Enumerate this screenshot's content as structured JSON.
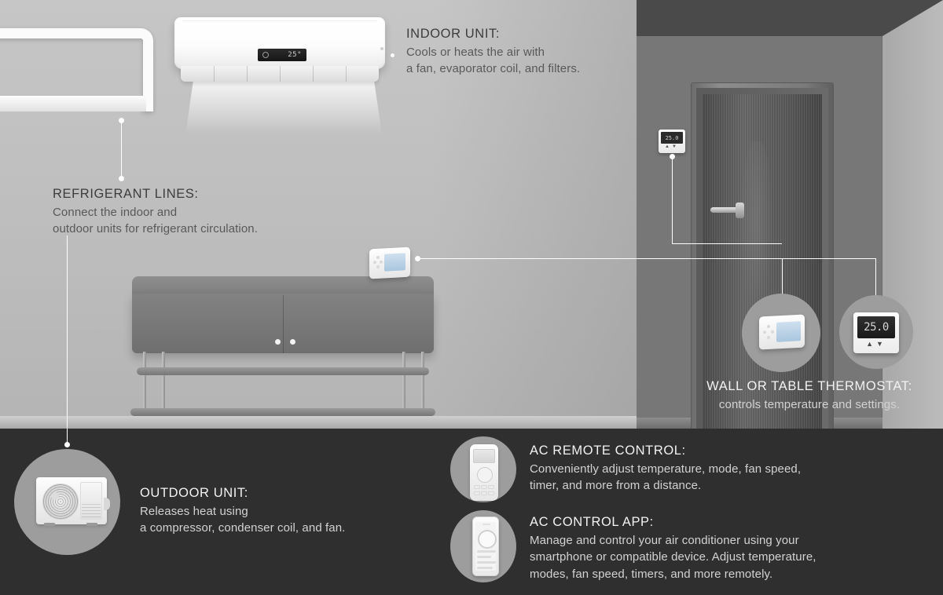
{
  "scene": {
    "indoor_unit_display": "25°",
    "wall_thermostat_display": "25.0",
    "wall_thermostat_arrows": "▲▼",
    "table_thermostat_display": "25.0"
  },
  "callouts": [
    {
      "id": "indoor-unit",
      "title": "INDOOR UNIT:",
      "lines": [
        "Cools or heats the air with",
        "a fan, evaporator coil, and filters."
      ]
    },
    {
      "id": "refrigerant-lines",
      "title": "REFRIGERANT LINES:",
      "lines": [
        "Connect the indoor and",
        "outdoor units for refrigerant circulation."
      ]
    },
    {
      "id": "wall-or-table-thermostat",
      "title": "WALL OR TABLE THERMOSTAT:",
      "lines": [
        "controls temperature and settings."
      ]
    },
    {
      "id": "outdoor-unit",
      "title": "OUTDOOR UNIT:",
      "lines": [
        "Releases heat using",
        "a compressor, condenser coil, and fan."
      ]
    },
    {
      "id": "ac-remote-control",
      "title": "AC REMOTE CONTROL:",
      "lines": [
        "Conveniently adjust temperature, mode, fan speed,",
        "timer, and more from a distance."
      ]
    },
    {
      "id": "ac-control-app",
      "title": "AC CONTROL APP:",
      "lines": [
        "Manage and control your air conditioner using your",
        "smartphone or compatible device. Adjust temperature,",
        "modes, fan speed, timers, and more remotely."
      ]
    }
  ],
  "colors": {
    "background_dark": "#2f2f2f",
    "wall_left": "#bfbfbf",
    "wall_right": "#777777",
    "ceiling": "#4a4a4a",
    "callout_circle": "#9d9d9d",
    "leader_line": "#ffffff",
    "title_light_bg": "#3d3d3d",
    "title_dark_bg": "#f2f2f2"
  }
}
